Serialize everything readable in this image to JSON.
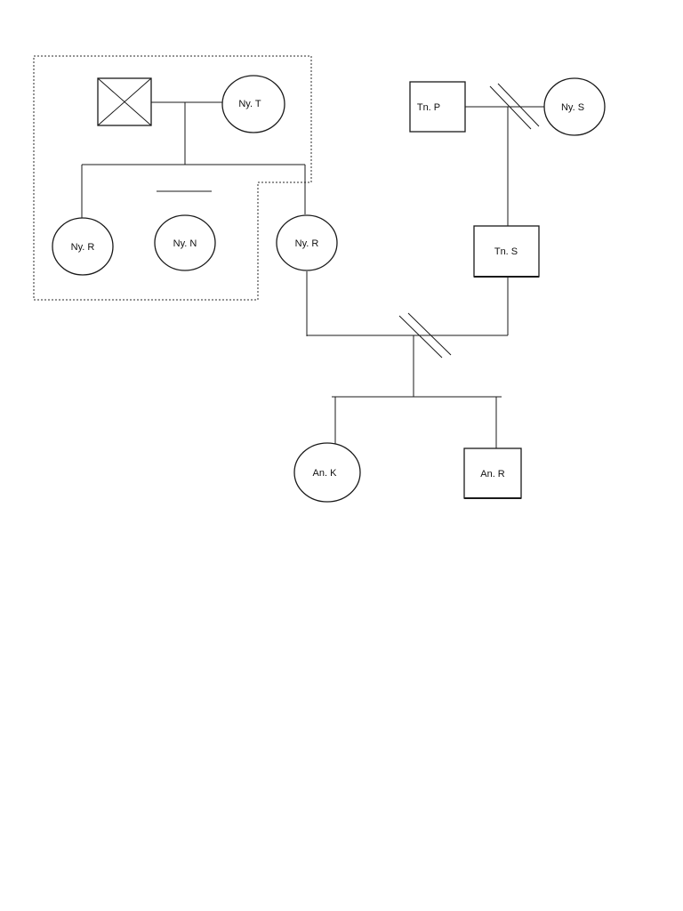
{
  "diagram": {
    "colors": {
      "line": "#1a1a1a",
      "background": "#ffffff"
    },
    "people": {
      "deceased_father": {
        "label": "",
        "shape": "square",
        "status": "deceased"
      },
      "ny_t": {
        "label": "Ny. T",
        "shape": "circle"
      },
      "ny_r_sibling": {
        "label": "Ny. R",
        "shape": "circle"
      },
      "ny_n": {
        "label": "Ny. N",
        "shape": "circle"
      },
      "ny_r": {
        "label": "Ny. R",
        "shape": "circle"
      },
      "tn_p": {
        "label": "Tn. P",
        "shape": "square"
      },
      "ny_s": {
        "label": "Ny. S",
        "shape": "circle"
      },
      "tn_s": {
        "label": "Tn. S",
        "shape": "square"
      },
      "an_k": {
        "label": "An. K",
        "shape": "circle"
      },
      "an_r": {
        "label": "An. R",
        "shape": "square"
      }
    }
  }
}
